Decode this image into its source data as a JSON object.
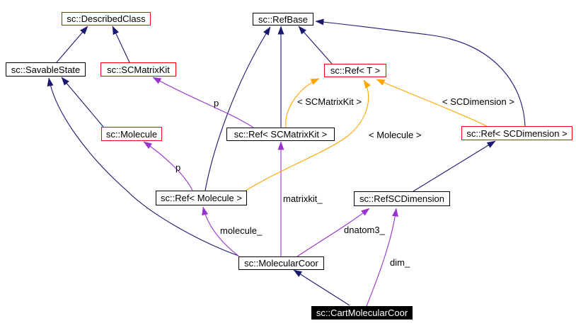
{
  "diagram": {
    "colors": {
      "inheritance_edge": "#191970",
      "usage_edge": "#9a32cd",
      "template_edge": "#ffa500",
      "node_border": "#000000",
      "referenced_node_border": "#ff0000",
      "focus_node_background": "#000000",
      "focus_node_text": "#ffffff",
      "background": "#ffffff"
    },
    "nodes": {
      "described_class": {
        "label": "sc::DescribedClass"
      },
      "refbase": {
        "label": "sc::RefBase"
      },
      "savable_state": {
        "label": "sc::SavableState"
      },
      "scmatrixkit": {
        "label": "sc::SCMatrixKit"
      },
      "ref_t": {
        "label": "sc::Ref< T >"
      },
      "molecule": {
        "label": "sc::Molecule"
      },
      "ref_scmatrixkit": {
        "label": "sc::Ref< SCMatrixKit >"
      },
      "ref_scdimension": {
        "label": "sc::Ref< SCDimension >"
      },
      "ref_molecule": {
        "label": "sc::Ref< Molecule >"
      },
      "refscdimension": {
        "label": "sc::RefSCDimension"
      },
      "molecularcoor": {
        "label": "sc::MolecularCoor"
      },
      "cartmolecularcoor": {
        "label": "sc::CartMolecularCoor"
      }
    },
    "edge_labels": {
      "p_matrixkit": "p",
      "p_molecule": "p",
      "tmpl_scmatrixkit": "< SCMatrixKit >",
      "tmpl_scdimension": "< SCDimension >",
      "tmpl_molecule": "< Molecule >",
      "molecule_member": "molecule_",
      "matrixkit_member": "matrixkit_",
      "dnatom3_member": "dnatom3_",
      "dim_member": "dim_"
    },
    "edges": [
      {
        "from": "sc::SavableState",
        "to": "sc::DescribedClass",
        "kind": "inheritance",
        "label": ""
      },
      {
        "from": "sc::SCMatrixKit",
        "to": "sc::DescribedClass",
        "kind": "inheritance",
        "label": ""
      },
      {
        "from": "sc::Molecule",
        "to": "sc::SavableState",
        "kind": "inheritance",
        "label": ""
      },
      {
        "from": "sc::MolecularCoor",
        "to": "sc::SavableState",
        "kind": "inheritance",
        "label": ""
      },
      {
        "from": "sc::Ref< T >",
        "to": "sc::RefBase",
        "kind": "inheritance",
        "label": ""
      },
      {
        "from": "sc::Ref< SCMatrixKit >",
        "to": "sc::RefBase",
        "kind": "inheritance",
        "label": ""
      },
      {
        "from": "sc::Ref< Molecule >",
        "to": "sc::RefBase",
        "kind": "inheritance",
        "label": ""
      },
      {
        "from": "sc::Ref< SCDimension >",
        "to": "sc::RefBase",
        "kind": "inheritance",
        "label": ""
      },
      {
        "from": "sc::RefSCDimension",
        "to": "sc::Ref< SCDimension >",
        "kind": "inheritance",
        "label": ""
      },
      {
        "from": "sc::CartMolecularCoor",
        "to": "sc::MolecularCoor",
        "kind": "inheritance",
        "label": ""
      },
      {
        "from": "sc::Ref< SCMatrixKit >",
        "to": "sc::SCMatrixKit",
        "kind": "usage",
        "label": "p"
      },
      {
        "from": "sc::Ref< Molecule >",
        "to": "sc::Molecule",
        "kind": "usage",
        "label": "p"
      },
      {
        "from": "sc::MolecularCoor",
        "to": "sc::Ref< Molecule >",
        "kind": "usage",
        "label": "molecule_"
      },
      {
        "from": "sc::MolecularCoor",
        "to": "sc::Ref< SCMatrixKit >",
        "kind": "usage",
        "label": "matrixkit_"
      },
      {
        "from": "sc::MolecularCoor",
        "to": "sc::RefSCDimension",
        "kind": "usage",
        "label": "dnatom3_"
      },
      {
        "from": "sc::CartMolecularCoor",
        "to": "sc::RefSCDimension",
        "kind": "usage",
        "label": "dim_"
      },
      {
        "from": "sc::Ref< SCMatrixKit >",
        "to": "sc::Ref< T >",
        "kind": "template-instance",
        "label": "< SCMatrixKit >"
      },
      {
        "from": "sc::Ref< Molecule >",
        "to": "sc::Ref< T >",
        "kind": "template-instance",
        "label": "< Molecule >"
      },
      {
        "from": "sc::Ref< SCDimension >",
        "to": "sc::Ref< T >",
        "kind": "template-instance",
        "label": "< SCDimension >"
      }
    ]
  }
}
